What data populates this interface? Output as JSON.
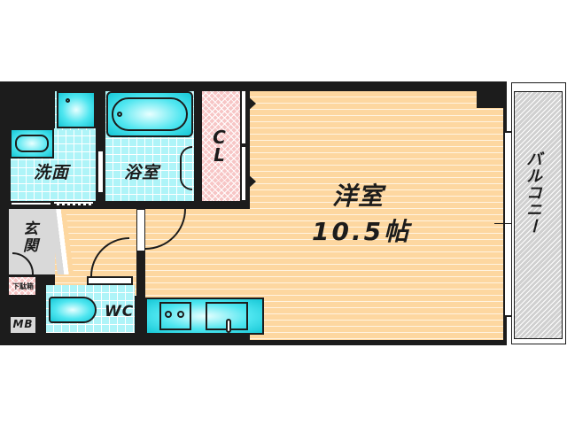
{
  "floorplan": {
    "rooms": {
      "washroom": {
        "label": "洗面"
      },
      "bathroom": {
        "label": "浴室"
      },
      "closet": {
        "label": "CL"
      },
      "western_room": {
        "label_line1": "洋室",
        "label_line2": "10.5帖"
      },
      "entrance": {
        "label": "玄関"
      },
      "toilet": {
        "label": "WC"
      },
      "balcony": {
        "label": "バルコニー"
      },
      "shoe_box": {
        "label": "下駄箱"
      },
      "meter_box": {
        "label": "MB"
      }
    },
    "colors": {
      "wall": "#1c1c1c",
      "wood_floor": "#fdd7a0",
      "tile_floor": "#aef4f8",
      "fixture": "#2fd8e4",
      "closet": "#f7c6c6",
      "entrance_floor": "#d9d9d9",
      "balcony": "#d0d0d0"
    }
  }
}
